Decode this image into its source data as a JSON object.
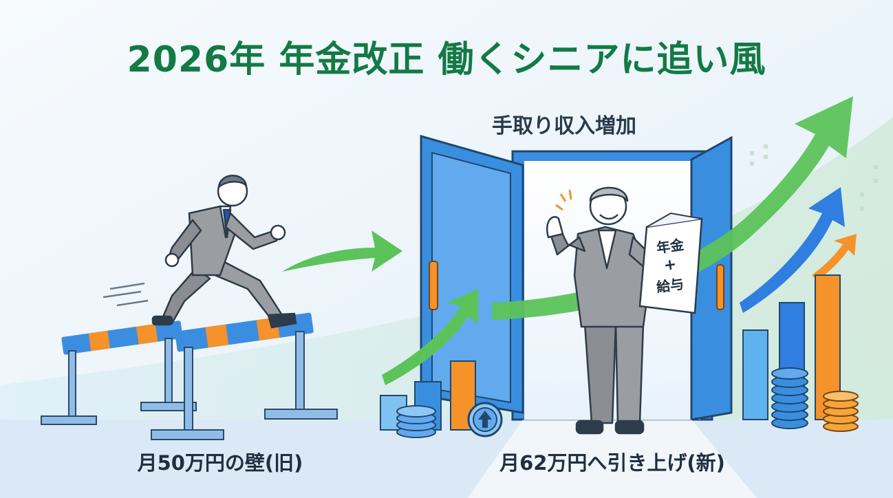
{
  "title": "2026年 年金改正 働くシニアに追い風",
  "right_heading": "手取り収入増加",
  "left_caption": "月50万円の壁(旧)",
  "right_caption": "月62万円へ引き上げ(新)",
  "envelope": {
    "line1": "年金",
    "plus": "+",
    "line2": "給与"
  },
  "colors": {
    "title_green": "#137a45",
    "arrow_green": "#5cc35a",
    "arrow_blue": "#2f7ee0",
    "arrow_orange": "#f5922a",
    "door_blue": "#3a8ee0",
    "hurdle_blue": "#3b8de0",
    "hurdle_orange": "#f5922a"
  },
  "icons": [
    "hurdle-icon",
    "door-icon",
    "envelope-icon",
    "coin-icon",
    "up-arrow-icon",
    "bar-chart-icon"
  ]
}
